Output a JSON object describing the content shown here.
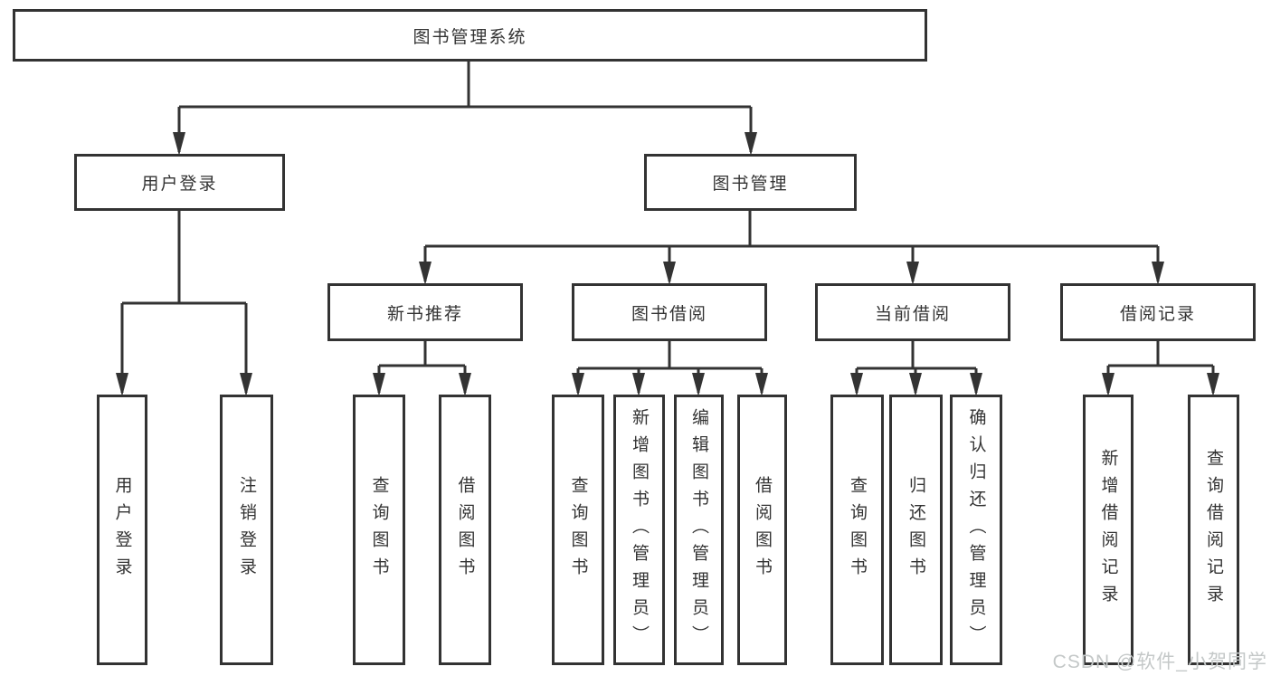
{
  "tree": {
    "root": "图书管理系统",
    "branches": [
      {
        "label": "用户登录",
        "children": [
          "用户登录",
          "注销登录"
        ]
      },
      {
        "label": "图书管理",
        "groups": [
          {
            "label": "新书推荐",
            "children": [
              "查询图书",
              "借阅图书"
            ]
          },
          {
            "label": "图书借阅",
            "children": [
              "查询图书",
              "新增图书（管理员）",
              "编辑图书（管理员）",
              "借阅图书"
            ]
          },
          {
            "label": "当前借阅",
            "children": [
              "查询图书",
              "归还图书",
              "确认归还（管理员）"
            ]
          },
          {
            "label": "借阅记录",
            "children": [
              "新增借阅记录",
              "查询借阅记录"
            ]
          }
        ]
      }
    ]
  },
  "watermark": {
    "text": "CSDN @软件_小贺同学"
  },
  "colors": {
    "line": "#333333",
    "box_fill": "#ffffff",
    "text": "#333333",
    "background": "#ffffff",
    "watermark": "#c4c8c8"
  }
}
